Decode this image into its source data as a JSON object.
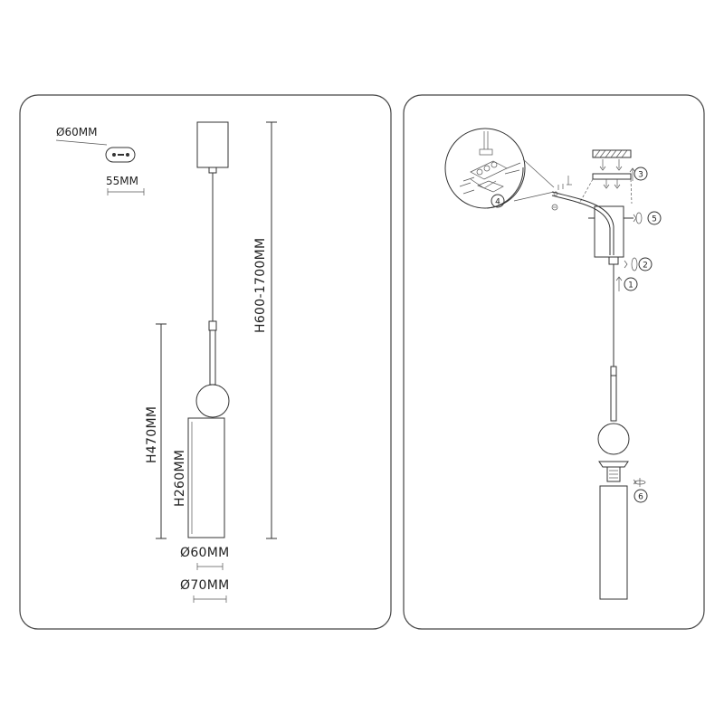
{
  "left_panel": {
    "canopy_diameter": "Ø60MM",
    "canopy_depth": "55MM",
    "total_height": "H600-1700MM",
    "fixture_height": "H470MM",
    "shade_height": "H260MM",
    "shade_diameter": "Ø60MM",
    "shade_outer_diameter": "Ø70MM"
  },
  "right_panel": {
    "steps": [
      "1",
      "2",
      "3",
      "4",
      "5",
      "6"
    ]
  }
}
